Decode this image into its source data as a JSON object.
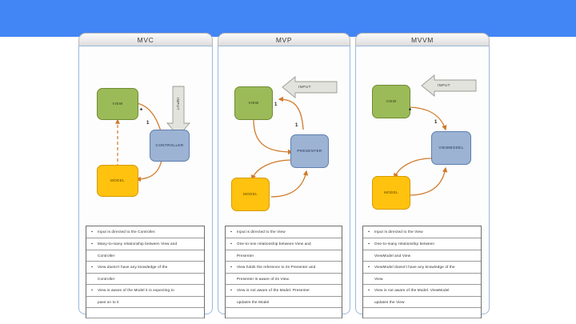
{
  "banner": {
    "color": "#4285f4"
  },
  "slide": {
    "panels": [
      {
        "id": "mvc",
        "title": "MVC",
        "nodes": {
          "view": "VIEW",
          "model": "MODEL",
          "third": "CONTROLLER"
        },
        "input_label": "INPUT",
        "multiplicities": {
          "star": "*",
          "one": "1"
        },
        "bullets": [
          {
            "bullet": true,
            "text": "Input is directed to the Controller."
          },
          {
            "bullet": true,
            "text": "Many-to-many relationship between View and"
          },
          {
            "bullet": false,
            "text": "Controller"
          },
          {
            "bullet": true,
            "text": "View doesn't have any knowledge of the"
          },
          {
            "bullet": false,
            "text": "Controller"
          },
          {
            "bullet": true,
            "text": "View is aware of the Model it is expecting to"
          },
          {
            "bullet": false,
            "text": "pass on to it"
          },
          {
            "bullet": false,
            "text": ""
          }
        ]
      },
      {
        "id": "mvp",
        "title": "MVP",
        "nodes": {
          "view": "VIEW",
          "model": "MODEL",
          "third": "PRESENTER"
        },
        "input_label": "INPUT",
        "multiplicities": {
          "star": "1",
          "one": "1"
        },
        "bullets": [
          {
            "bullet": true,
            "text": "Input is directed to the View"
          },
          {
            "bullet": true,
            "text": "One-to-one relationship between View and"
          },
          {
            "bullet": false,
            "text": "Presenter"
          },
          {
            "bullet": true,
            "text": "View holds the reference to its Presenter and"
          },
          {
            "bullet": false,
            "text": "Presenter is aware of its View."
          },
          {
            "bullet": true,
            "text": "View is not aware of the Model. Presenter"
          },
          {
            "bullet": false,
            "text": "updates the Model"
          },
          {
            "bullet": false,
            "text": ""
          }
        ]
      },
      {
        "id": "mvvm",
        "title": "MVVM",
        "nodes": {
          "view": "VIEW",
          "model": "MODEL",
          "third": "VIEWMODEL"
        },
        "input_label": "INPUT",
        "multiplicities": {
          "star": "*",
          "one": "1"
        },
        "bullets": [
          {
            "bullet": true,
            "text": "Input is directed to the  View"
          },
          {
            "bullet": true,
            "text": "One-to-many relationship between"
          },
          {
            "bullet": false,
            "text": "ViewModel and View"
          },
          {
            "bullet": true,
            "text": "ViewModel doesn't have any knowledge of the"
          },
          {
            "bullet": false,
            "text": "View."
          },
          {
            "bullet": true,
            "text": "View is not aware of the Model. ViewModel"
          },
          {
            "bullet": false,
            "text": "updates the View"
          },
          {
            "bullet": false,
            "text": ""
          }
        ]
      }
    ]
  },
  "colors": {
    "view": "#9bbb59",
    "model": "#ffc20e",
    "third": "#9cb3d4",
    "arrow": "#d07a2a",
    "input_arrow": "#dcdcd6",
    "panel_border": "#9ab8dc"
  }
}
